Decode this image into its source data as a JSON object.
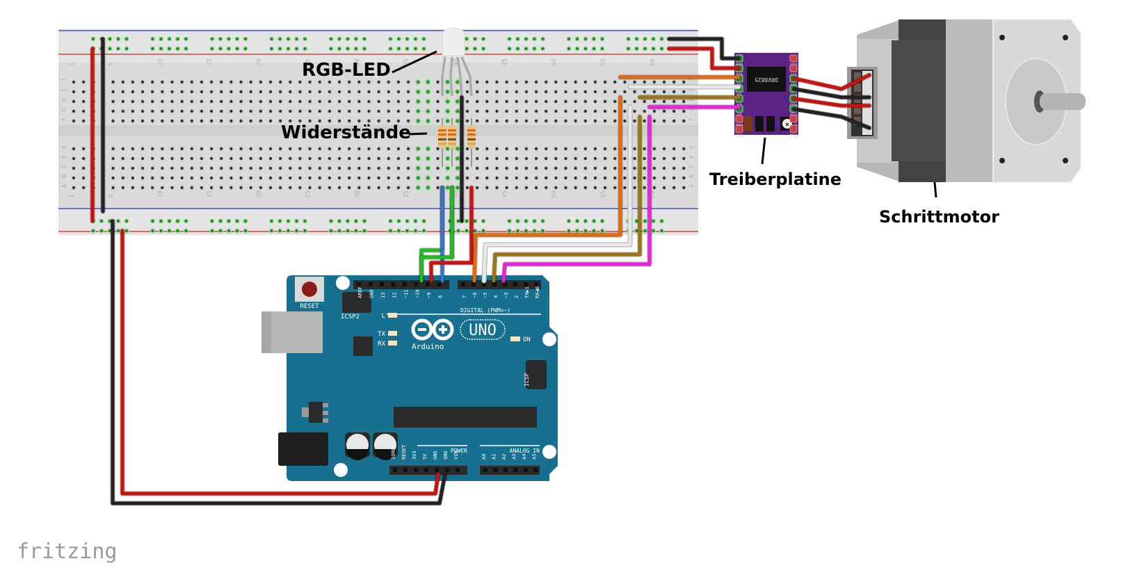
{
  "labels": {
    "rgb_led": "RGB-LED",
    "resistors": "Widerstände",
    "driver_board": "Treiberplatine",
    "stepper_motor": "Schrittmotor"
  },
  "watermark": "fritzing",
  "breadboard": {
    "row_letters_top": [
      "J",
      "I",
      "H",
      "G",
      "F"
    ],
    "row_letters_bottom": [
      "E",
      "D",
      "C",
      "B",
      "A"
    ],
    "column_numbers": [
      "1",
      "5",
      "10",
      "15",
      "20",
      "25",
      "30",
      "35",
      "40",
      "45",
      "50",
      "55",
      "60"
    ]
  },
  "arduino": {
    "board_name": "UNO",
    "brand": "Arduino",
    "reset_label": "RESET",
    "icsp2_label": "ICSP2",
    "icsp_label": "ICSP",
    "on_label": "ON",
    "led_labels": [
      "L",
      "TX",
      "RX"
    ],
    "digital_label": "DIGITAL (PWM=~)",
    "power_label": "POWER",
    "analog_label": "ANALOG IN",
    "digital_pins_left": [
      "AREF",
      "GND",
      "13",
      "12",
      "~11",
      "~10",
      "~9",
      "8"
    ],
    "digital_pins_right": [
      "7",
      "~6",
      "~5",
      "4",
      "~3",
      "2",
      "TX▶1",
      "RX◀0"
    ],
    "power_pins": [
      "IOREF",
      "RESET",
      "3V3",
      "5V",
      "GND",
      "GND",
      "VIN"
    ],
    "analog_pins": [
      "A0",
      "A1",
      "A2",
      "A3",
      "A4",
      "A5"
    ]
  },
  "driver": {
    "chip_label": "DRV8825",
    "left_pins": [
      "GND",
      "VDD",
      "1B",
      "1A",
      "2A",
      "2B",
      "GND",
      "VMT"
    ],
    "right_pins": [
      "DIR",
      "STP",
      "SLP",
      "RST",
      "MS3",
      "MS2",
      "MS1",
      "ENA"
    ]
  },
  "wires": [
    {
      "name": "pin11-green",
      "color": "#22bb22"
    },
    {
      "name": "pin10-red",
      "color": "#cc1111"
    },
    {
      "name": "pin9-blue",
      "color": "#3377cc"
    },
    {
      "name": "pin6-orange",
      "color": "#e06a10"
    },
    {
      "name": "pin5-white",
      "color": "#e8e8e8"
    },
    {
      "name": "pin4-brown",
      "color": "#9a7415"
    },
    {
      "name": "pin3-magenta",
      "color": "#ee22dd"
    },
    {
      "name": "5v-red",
      "color": "#cc1111"
    },
    {
      "name": "gnd-black",
      "color": "#222222"
    }
  ],
  "colors": {
    "arduino_board": "#17708f",
    "driver_board": "#5b2383",
    "breadboard": "#dcdcdc",
    "rail_red": "#dd2222",
    "rail_blue": "#2233dd"
  }
}
